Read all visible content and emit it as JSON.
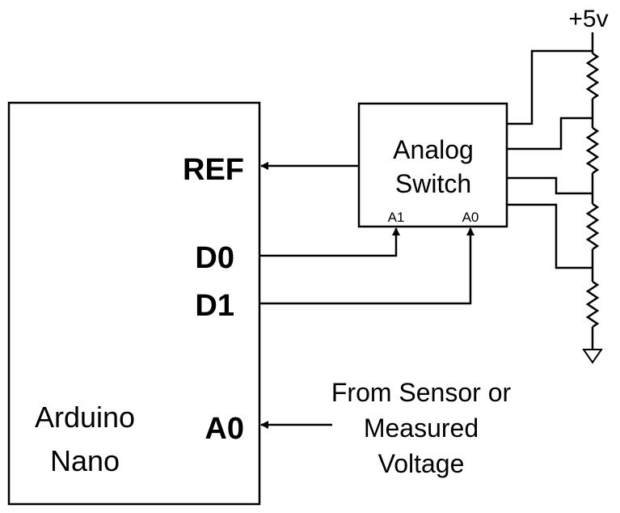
{
  "supply": {
    "label": "+5v"
  },
  "arduino": {
    "name_line1": "Arduino",
    "name_line2": "Nano",
    "pins": {
      "ref": "REF",
      "d0": "D0",
      "d1": "D1",
      "a0": "A0"
    }
  },
  "switch": {
    "title_line1": "Analog",
    "title_line2": "Switch",
    "inputs": {
      "a1": "A1",
      "a0": "A0"
    }
  },
  "sensor_note": {
    "line1": "From Sensor or",
    "line2": "Measured",
    "line3": "Voltage"
  },
  "colors": {
    "stroke": "#000000",
    "background": "#ffffff"
  }
}
